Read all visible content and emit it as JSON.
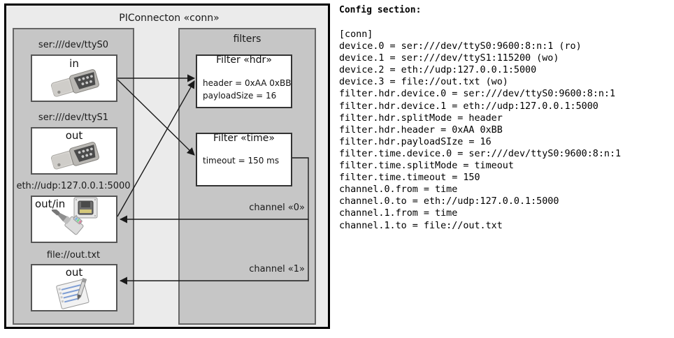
{
  "diagram": {
    "title": "PIConnecton «conn»",
    "devices_group": {
      "entries": [
        {
          "label": "ser:///dev/ttyS0",
          "name": "in",
          "icon": "serial-port-icon"
        },
        {
          "label": "ser:///dev/ttyS1",
          "name": "out",
          "icon": "serial-port-icon"
        },
        {
          "label": "eth://udp:127.0.0.1:5000",
          "name": "out/in",
          "icon": "ethernet-jack-icon"
        },
        {
          "label": "file://out.txt",
          "name": "out",
          "icon": "text-file-icon"
        }
      ]
    },
    "filters_group": {
      "title": "filters",
      "filters": [
        {
          "title": "Filter «hdr»",
          "props": [
            "header = 0xAA 0xBB",
            "payloadSize = 16"
          ]
        },
        {
          "title": "Filter «time»",
          "props": [
            "timeout = 150 ms"
          ]
        }
      ],
      "channels": [
        {
          "label": "channel «0»"
        },
        {
          "label": "channel «1»"
        }
      ]
    },
    "colors": {
      "outer_bg": "#ebebeb",
      "group_bg": "#c6c6c6",
      "box_bg": "#ffffff",
      "outer_border": "#000000",
      "group_border": "#666666",
      "edge": "#1a1a1a"
    }
  },
  "config": {
    "heading": "Config section:",
    "lines": [
      "[conn]",
      "device.0 = ser:///dev/ttyS0:9600:8:n:1 (ro)",
      "device.1 = ser:///dev/ttyS1:115200 (wo)",
      "device.2 = eth://udp:127.0.0.1:5000",
      "device.3 = file://out.txt (wo)",
      "filter.hdr.device.0 = ser:///dev/ttyS0:9600:8:n:1",
      "filter.hdr.device.1 = eth://udp:127.0.0.1:5000",
      "filter.hdr.splitMode = header",
      "filter.hdr.header = 0xAA 0xBB",
      "filter.hdr.payloadSIze = 16",
      "filter.time.device.0 = ser:///dev/ttyS0:9600:8:n:1",
      "filter.time.splitMode = timeout",
      "filter.time.timeout = 150",
      "channel.0.from = time",
      "channel.0.to = eth://udp:127.0.0.1:5000",
      "channel.1.from = time",
      "channel.1.to = file://out.txt"
    ]
  }
}
